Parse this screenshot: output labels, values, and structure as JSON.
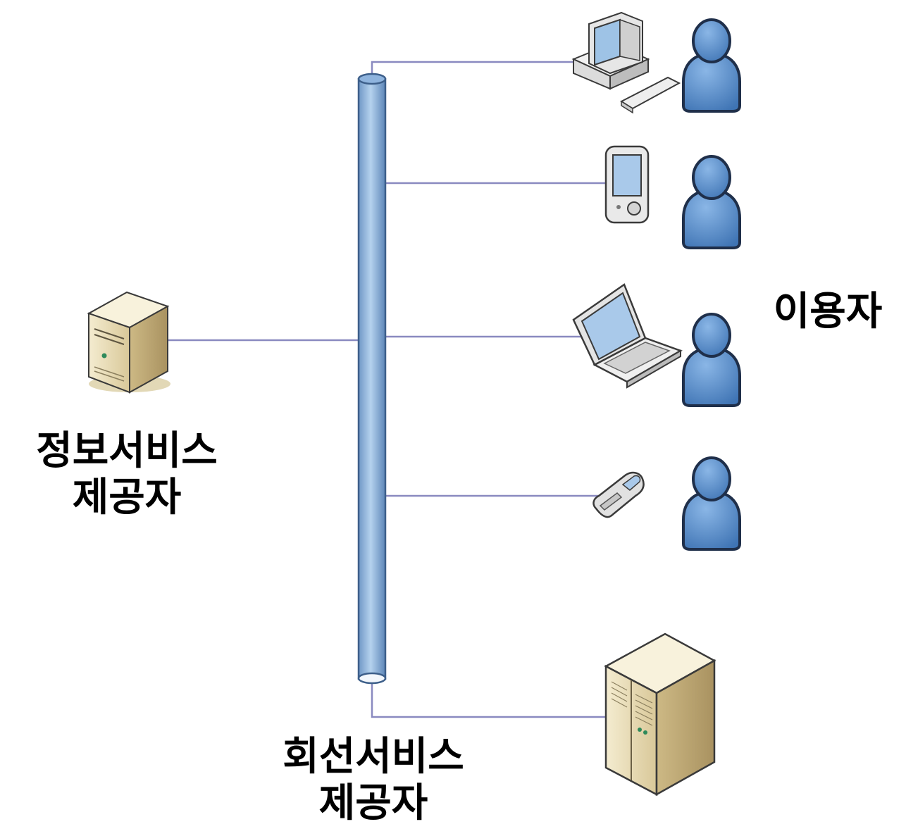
{
  "labels": {
    "info_provider": {
      "line1": "정보서비스",
      "line2": "제공자"
    },
    "users": "이용자",
    "line_provider": {
      "line1": "회선서비스",
      "line2": "제공자"
    }
  },
  "colors": {
    "connector": "#8a8ac0",
    "bus_fill": "#9dbfe3",
    "bus_stroke": "#3d5f8a",
    "user_fill": "#5b8fca",
    "user_stroke": "#1f2f4a",
    "server_fill": "#e8dcb4"
  },
  "icons": {
    "info_server": "tower-server-icon",
    "line_server": "rack-server-icon",
    "devices": [
      "desktop-computer-icon",
      "pda-icon",
      "laptop-icon",
      "mobile-phone-icon"
    ],
    "user": "user-icon"
  }
}
